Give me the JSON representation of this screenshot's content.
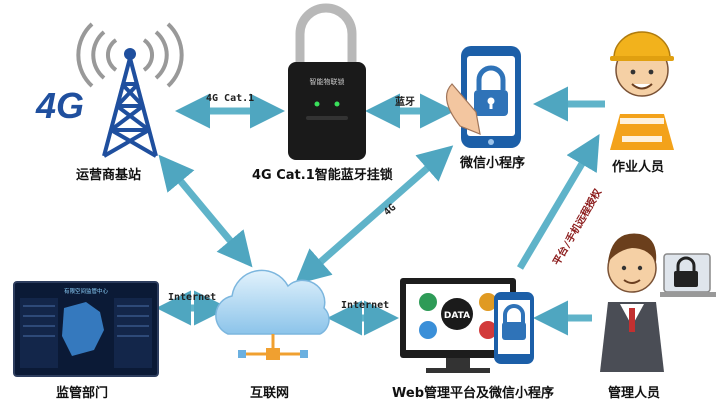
{
  "nodes": {
    "base_station": {
      "label": "运营商基站",
      "badge": "4G"
    },
    "padlock": {
      "label": "4G Cat.1智能蓝牙挂锁",
      "device_text": "智能物联锁"
    },
    "mini_program": {
      "label": "微信小程序"
    },
    "worker": {
      "label": "作业人员"
    },
    "monitor": {
      "label": "监管部门",
      "screen_title": "有限空间监管中心"
    },
    "internet": {
      "label": "互联网"
    },
    "web_platform": {
      "label": "Web管理平台及微信小程序",
      "badge": "DATA"
    },
    "manager": {
      "label": "管理人员"
    }
  },
  "edges": {
    "station_lock": "4G Cat.1",
    "lock_phone": "蓝牙",
    "phone_cloud": "4G",
    "monitor_cloud": "Internet",
    "cloud_platform": "Internet",
    "platform_worker": "平台/手机远程授权"
  },
  "colors": {
    "arrow": "#5fb3c9",
    "tower": "#1f4f9e",
    "phone": "#1c5fa8",
    "helmet": "#f2b21c",
    "cloud": "#a8d2f0"
  }
}
